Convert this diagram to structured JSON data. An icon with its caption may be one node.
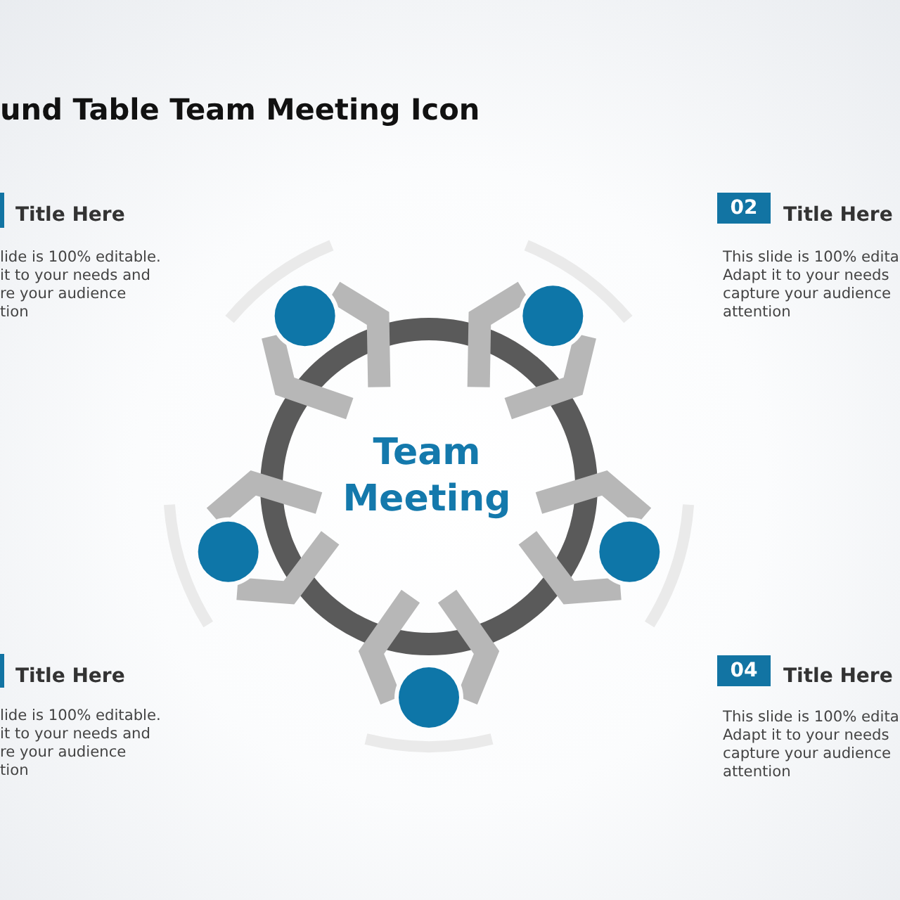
{
  "diagram": {
    "title": "und Table Team Meeting Icon",
    "nodes": [
      {
        "text": [],
        "shape": "box",
        "beside": [
          "Title Here",
          "lide is 100% editable. it to your needs and re your audience tion"
        ]
      },
      {
        "text": [
          "02"
        ],
        "beside": [
          "Title Here",
          "This slide is 100% edita Adapt it to your needs capture your audience attention"
        ]
      },
      {
        "text": [
          "Team Meeting"
        ]
      },
      {
        "text": [],
        "shape": "box",
        "beside": [
          "Title Here",
          "lide is 100% editable. it to your needs and re your audience tion"
        ]
      },
      {
        "text": [
          "04"
        ],
        "beside": [
          "Title Here",
          "This slide is 100% edita Adapt it to your needs capture your audience attention"
        ]
      }
    ]
  }
}
